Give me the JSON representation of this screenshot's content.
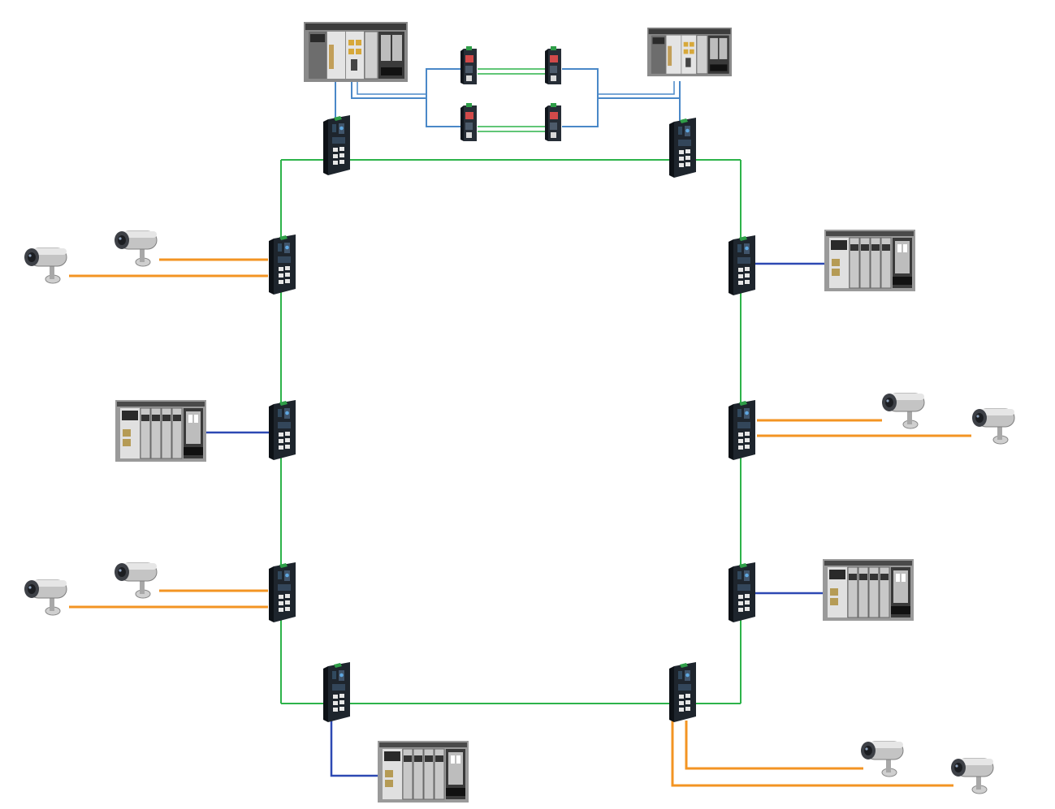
{
  "diagram": {
    "type": "industrial-ring-network",
    "link_colors": {
      "ring_fiber": "#2db34a",
      "plc_uplink": "#4a88c8",
      "plc_ethernet": "#2d49b3",
      "camera_cable": "#f39423",
      "fiber_pair": "#2db34a"
    },
    "device_types": {
      "switch": "industrial-ethernet-switch",
      "plc": "plc-rack",
      "camera": "ip-camera",
      "converter": "media-converter"
    },
    "nodes": [
      {
        "id": "plc-master-left",
        "type": "plc"
      },
      {
        "id": "plc-master-right",
        "type": "plc"
      },
      {
        "id": "converter-1",
        "type": "converter"
      },
      {
        "id": "converter-2",
        "type": "converter"
      },
      {
        "id": "converter-3",
        "type": "converter"
      },
      {
        "id": "converter-4",
        "type": "converter"
      },
      {
        "id": "switch-top-left",
        "type": "switch"
      },
      {
        "id": "switch-top-right",
        "type": "switch"
      },
      {
        "id": "switch-left-1",
        "type": "switch"
      },
      {
        "id": "switch-left-2",
        "type": "switch"
      },
      {
        "id": "switch-left-3",
        "type": "switch"
      },
      {
        "id": "switch-right-1",
        "type": "switch"
      },
      {
        "id": "switch-right-2",
        "type": "switch"
      },
      {
        "id": "switch-right-3",
        "type": "switch"
      },
      {
        "id": "switch-bottom-left",
        "type": "switch"
      },
      {
        "id": "switch-bottom-right",
        "type": "switch"
      },
      {
        "id": "plc-right-1",
        "type": "plc"
      },
      {
        "id": "plc-left-2",
        "type": "plc"
      },
      {
        "id": "plc-right-3",
        "type": "plc"
      },
      {
        "id": "plc-bottom",
        "type": "plc"
      },
      {
        "id": "camera-l1-a",
        "type": "camera"
      },
      {
        "id": "camera-l1-b",
        "type": "camera"
      },
      {
        "id": "camera-r2-a",
        "type": "camera"
      },
      {
        "id": "camera-r2-b",
        "type": "camera"
      },
      {
        "id": "camera-l3-a",
        "type": "camera"
      },
      {
        "id": "camera-l3-b",
        "type": "camera"
      },
      {
        "id": "camera-br-a",
        "type": "camera"
      },
      {
        "id": "camera-br-b",
        "type": "camera"
      }
    ],
    "links": [
      {
        "from": "switch-top-left",
        "to": "switch-top-right",
        "medium": "ring_fiber"
      },
      {
        "from": "switch-top-right",
        "to": "switch-right-1",
        "medium": "ring_fiber"
      },
      {
        "from": "switch-right-1",
        "to": "switch-right-2",
        "medium": "ring_fiber"
      },
      {
        "from": "switch-right-2",
        "to": "switch-right-3",
        "medium": "ring_fiber"
      },
      {
        "from": "switch-right-3",
        "to": "switch-bottom-right",
        "medium": "ring_fiber"
      },
      {
        "from": "switch-bottom-right",
        "to": "switch-bottom-left",
        "medium": "ring_fiber"
      },
      {
        "from": "switch-bottom-left",
        "to": "switch-left-3",
        "medium": "ring_fiber"
      },
      {
        "from": "switch-left-3",
        "to": "switch-left-2",
        "medium": "ring_fiber"
      },
      {
        "from": "switch-left-2",
        "to": "switch-left-1",
        "medium": "ring_fiber"
      },
      {
        "from": "switch-left-1",
        "to": "switch-top-left",
        "medium": "ring_fiber"
      },
      {
        "from": "plc-master-left",
        "to": "switch-top-left",
        "medium": "plc_uplink"
      },
      {
        "from": "plc-master-right",
        "to": "switch-top-right",
        "medium": "plc_uplink"
      },
      {
        "from": "plc-master-left",
        "to": "converter-1",
        "medium": "plc_uplink"
      },
      {
        "from": "plc-master-left",
        "to": "converter-3",
        "medium": "plc_uplink"
      },
      {
        "from": "converter-1",
        "to": "converter-2",
        "medium": "fiber_pair"
      },
      {
        "from": "converter-3",
        "to": "converter-4",
        "medium": "fiber_pair"
      },
      {
        "from": "converter-2",
        "to": "plc-master-right",
        "medium": "plc_uplink"
      },
      {
        "from": "converter-4",
        "to": "plc-master-right",
        "medium": "plc_uplink"
      },
      {
        "from": "switch-right-1",
        "to": "plc-right-1",
        "medium": "plc_ethernet"
      },
      {
        "from": "switch-left-2",
        "to": "plc-left-2",
        "medium": "plc_ethernet"
      },
      {
        "from": "switch-right-3",
        "to": "plc-right-3",
        "medium": "plc_ethernet"
      },
      {
        "from": "switch-bottom-left",
        "to": "plc-bottom",
        "medium": "plc_ethernet"
      },
      {
        "from": "switch-left-1",
        "to": "camera-l1-a",
        "medium": "camera_cable"
      },
      {
        "from": "switch-left-1",
        "to": "camera-l1-b",
        "medium": "camera_cable"
      },
      {
        "from": "switch-right-2",
        "to": "camera-r2-a",
        "medium": "camera_cable"
      },
      {
        "from": "switch-right-2",
        "to": "camera-r2-b",
        "medium": "camera_cable"
      },
      {
        "from": "switch-left-3",
        "to": "camera-l3-a",
        "medium": "camera_cable"
      },
      {
        "from": "switch-left-3",
        "to": "camera-l3-b",
        "medium": "camera_cable"
      },
      {
        "from": "switch-bottom-right",
        "to": "camera-br-a",
        "medium": "camera_cable"
      },
      {
        "from": "switch-bottom-right",
        "to": "camera-br-b",
        "medium": "camera_cable"
      }
    ]
  }
}
